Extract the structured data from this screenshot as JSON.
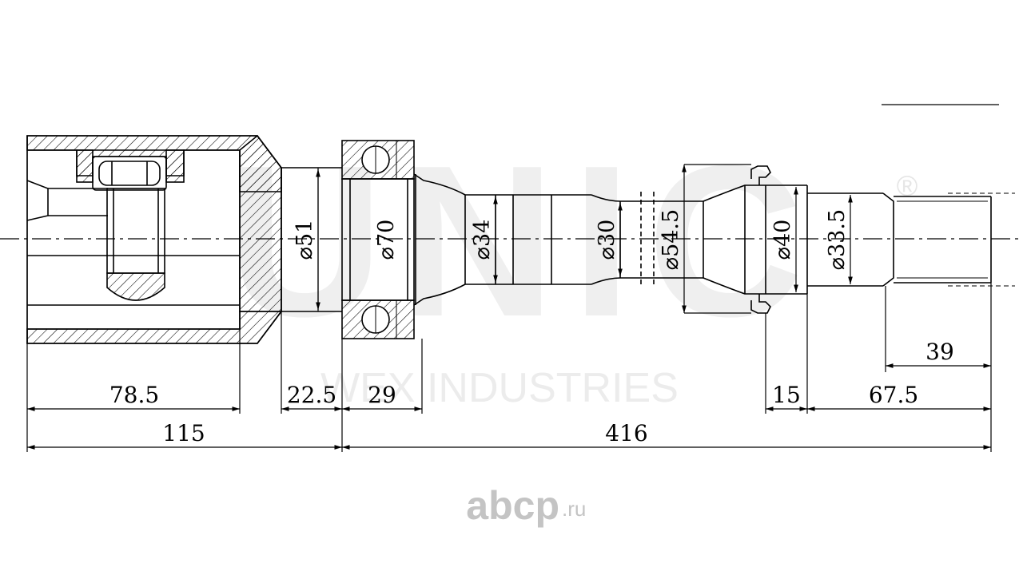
{
  "watermark": {
    "brand": "UNIC",
    "registered_mark": "®",
    "company": "WEX INDUSTRIES"
  },
  "site_logo": {
    "name": "abcp",
    "suffix": ".ru"
  },
  "diameters": {
    "d51": "⌀51",
    "d70": "⌀70",
    "d34": "⌀34",
    "d30": "⌀30",
    "d54_5": "⌀54.5",
    "d40": "⌀40",
    "d33_5": "⌀33.5"
  },
  "dimensions": {
    "d78_5": "78.5",
    "d22_5": "22.5",
    "d29": "29",
    "d15": "15",
    "d67_5": "67.5",
    "d39": "39",
    "d115": "115",
    "d416": "416"
  },
  "colors": {
    "line": "#000000",
    "watermark": "#ececec",
    "logo": "#c4c4c4"
  }
}
